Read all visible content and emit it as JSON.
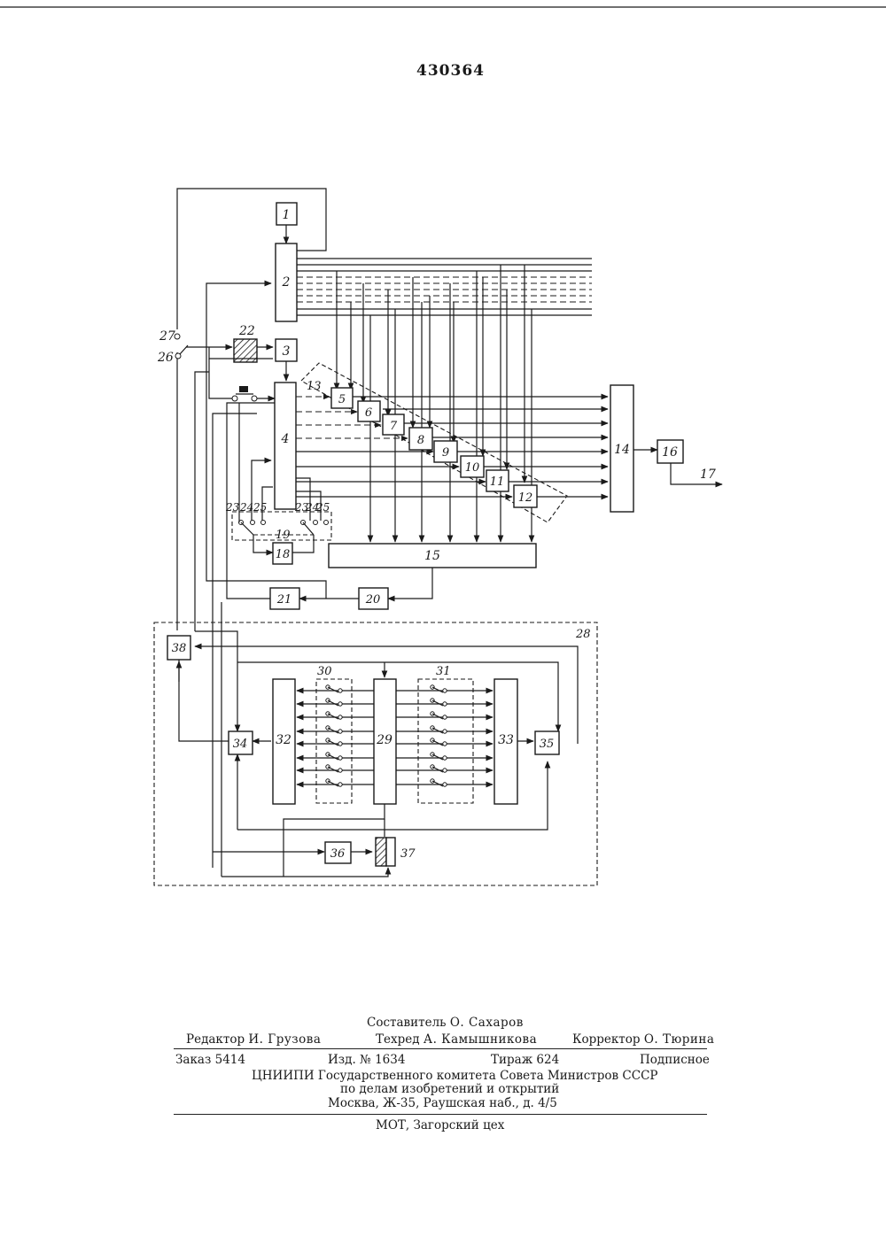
{
  "page_number": "430364",
  "diagram": {
    "labels": {
      "b1": "1",
      "b2": "2",
      "b3": "3",
      "b4": "4",
      "b5": "5",
      "b6": "6",
      "b7": "7",
      "b8": "8",
      "b9": "9",
      "b10": "10",
      "b11": "11",
      "b12": "12",
      "l13": "13",
      "b14": "14",
      "b15": "15",
      "b16": "16",
      "l17": "17",
      "b18": "18",
      "l19": "19",
      "b20": "20",
      "b21": "21",
      "b22": "22",
      "l23": "23",
      "l24": "24",
      "l25": "25",
      "l26": "26",
      "l27": "27",
      "l28": "28",
      "b29": "29",
      "l30": "30",
      "l31": "31",
      "b32": "32",
      "b33": "33",
      "b34": "34",
      "b35": "35",
      "b36": "36",
      "b37": "37",
      "b38": "38"
    }
  },
  "imprint": {
    "compiler_label": "Составитель",
    "compiler_name": "О. Сахаров",
    "editor_label": "Редактор",
    "editor_name": "И. Грузова",
    "techred_label": "Техред",
    "techred_name": "А. Камышникова",
    "corrector_label": "Корректор",
    "corrector_name": "О. Тюрина",
    "order": "Заказ 5414",
    "edition": "Изд. № 1634",
    "circulation": "Тираж 624",
    "subscription": "Подписное",
    "publisher_line1": "ЦНИИПИ Государственного комитета Совета Министров СССР",
    "publisher_line2": "по делам изобретений и открытий",
    "publisher_line3": "Москва, Ж-35, Раушская наб., д. 4/5",
    "printer": "МОТ, Загорский цех"
  }
}
